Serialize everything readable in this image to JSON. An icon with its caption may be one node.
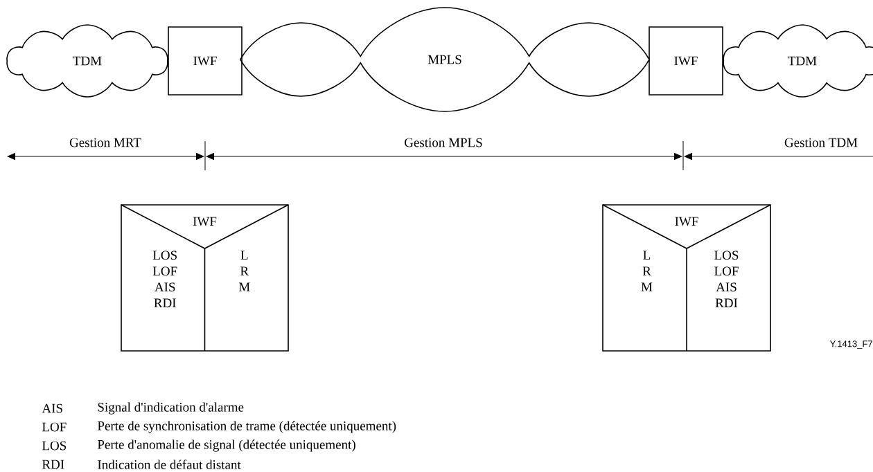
{
  "diagram": {
    "nodes": [
      {
        "text": [
          "TDM"
        ]
      },
      {
        "text": [
          "IWF"
        ]
      },
      {
        "text": [
          "MPLS"
        ]
      },
      {
        "text": [
          "IWF"
        ]
      },
      {
        "text": [
          "TDM"
        ]
      },
      {
        "text": [
          "IWF",
          "LOS LOF AIS RDI",
          "L R M"
        ]
      },
      {
        "text": [
          "IWF",
          "L R M",
          "LOS LOF AIS RDI"
        ]
      }
    ],
    "labels": [
      "Gestion MRT",
      "Gestion MPLS",
      "Gestion TDM",
      "Y.1413_F7",
      "AIS",
      "Signal d'indication d'alarme",
      "LOF",
      "Perte de synchronisation de trame (détectée uniquement)",
      "LOS",
      "Perte d'anomalie de signal (détectée uniquement)",
      "RDI",
      "Indication de défaut distant"
    ]
  }
}
